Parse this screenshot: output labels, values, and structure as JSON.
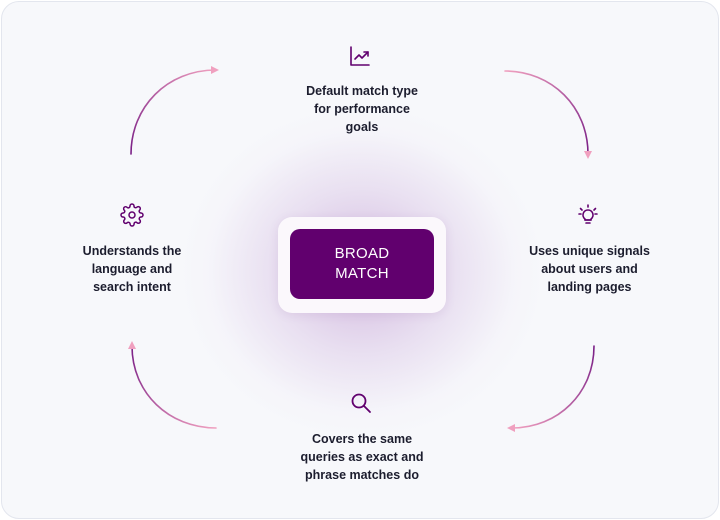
{
  "center": {
    "line1": "BROAD",
    "line2": "MATCH"
  },
  "nodes": {
    "top": {
      "icon": "trending-up-chart-icon",
      "lines": [
        "Default match type",
        "for performance",
        "goals"
      ]
    },
    "right": {
      "icon": "lightbulb-icon",
      "lines": [
        "Uses unique signals",
        "about users and",
        "landing pages"
      ]
    },
    "bottom": {
      "icon": "search-icon",
      "lines": [
        "Covers the same",
        "queries as exact and",
        "phrase matches do"
      ]
    },
    "left": {
      "icon": "gear-icon",
      "lines": [
        "Understands the",
        "language and",
        "search intent"
      ]
    }
  },
  "colors": {
    "accent": "#61006e",
    "arc_start": "#7a1f86",
    "arc_end": "#f0a0bf",
    "text": "#1c1d2e",
    "background": "#f7f8fb"
  }
}
